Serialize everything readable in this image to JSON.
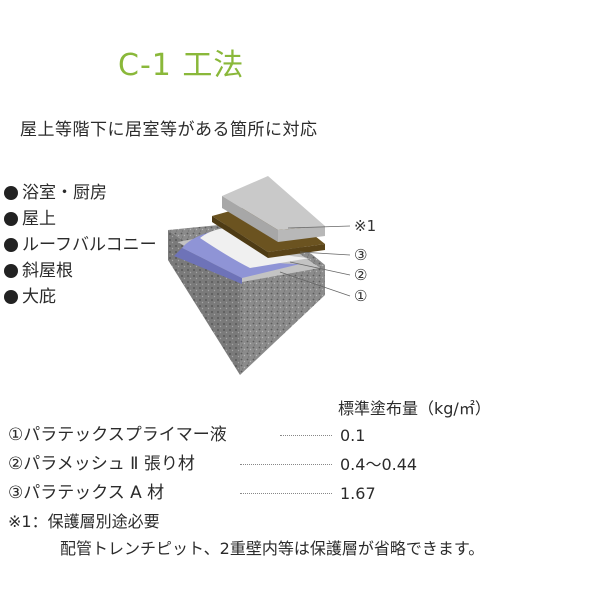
{
  "title": "C-1 工法",
  "subtitle": "屋上等階下に居室等がある箇所に対応",
  "uses": [
    "浴室・厨房",
    "屋上",
    "ルーフバルコニー",
    "斜屋根",
    "大庇"
  ],
  "diagram": {
    "callouts": [
      "※1",
      "③",
      "②",
      "①"
    ]
  },
  "rates_header": "標準塗布量（kg/㎡）",
  "materials": [
    {
      "label": "①パラテックスプライマー液",
      "value": "0.1"
    },
    {
      "label": "②パラメッシュ Ⅱ 張り材",
      "value": "0.4〜0.44"
    },
    {
      "label": "③パラテックス A 材",
      "value": "1.67"
    }
  ],
  "notes": {
    "note1": "※1：保護層別途必要",
    "note2": "配管トレンチピット、2重壁内等は保護層が省略できます。"
  },
  "colors": {
    "title_green": "#8ab83a",
    "concrete": "#8f8f8f",
    "mortar": "#b4b4b4",
    "membrane_brown": "#6b5320",
    "mesh_blue": "#8f94d6"
  }
}
